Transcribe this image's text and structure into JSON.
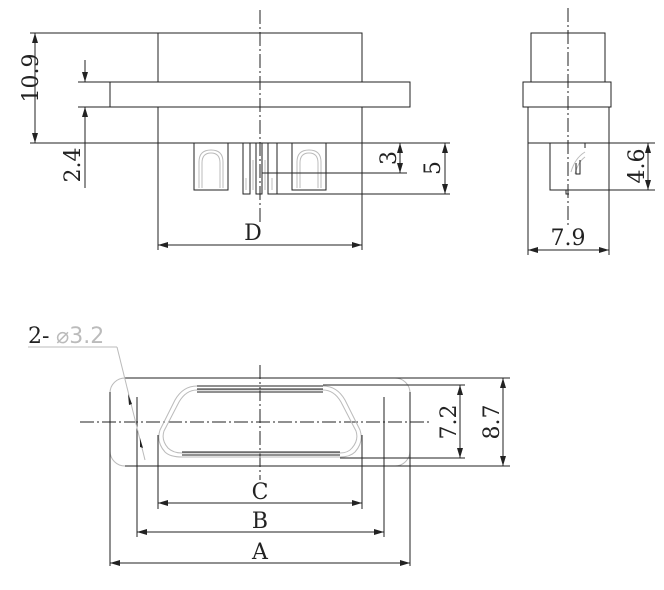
{
  "drawing": {
    "front_view": {
      "dim_total_height": "10.9",
      "dim_flange_offset": "2.4",
      "dim_pin_short": "3",
      "dim_pin_long": "5",
      "dim_body_width": "D"
    },
    "side_view": {
      "dim_pin_depth": "4.6",
      "dim_depth": "7.9"
    },
    "bottom_view": {
      "hole_note_count": "2-",
      "hole_note_diameter": "⌀3.2",
      "dim_inner_height": "7.2",
      "dim_outer_height": "8.7",
      "dim_c": "C",
      "dim_b": "B",
      "dim_a": "A"
    }
  }
}
